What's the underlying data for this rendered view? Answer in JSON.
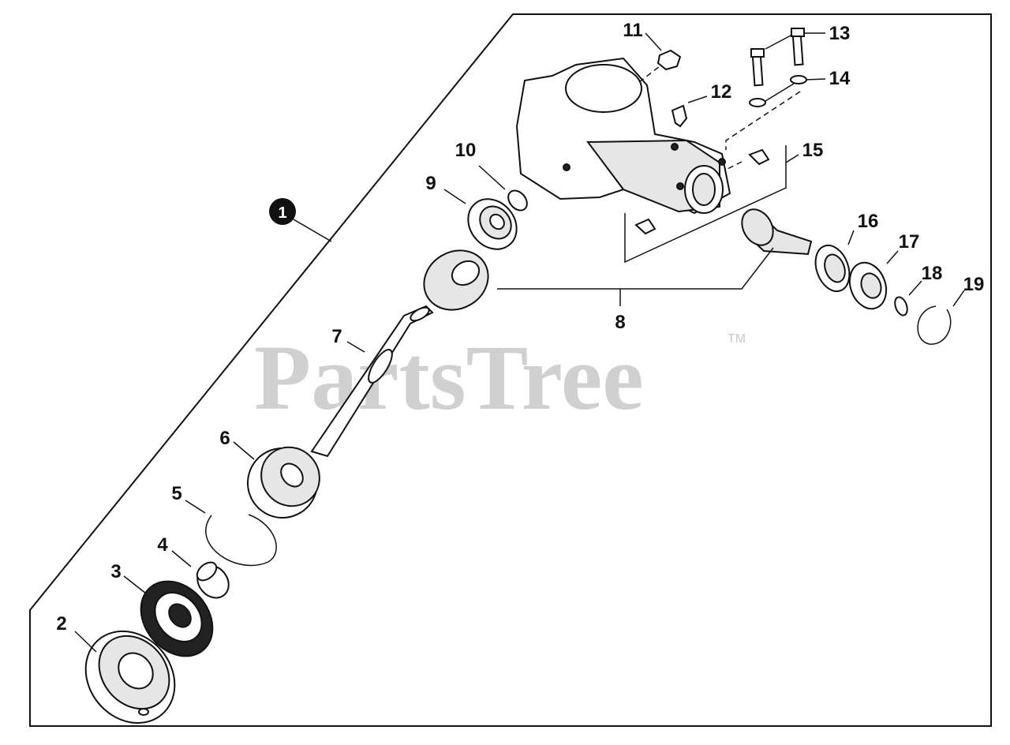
{
  "watermark": {
    "text": "PartsTree",
    "trademark": "TM"
  },
  "assembly_marker": "1",
  "callouts": [
    "2",
    "3",
    "4",
    "5",
    "6",
    "7",
    "8",
    "9",
    "10",
    "11",
    "12",
    "13",
    "14",
    "15",
    "16",
    "17",
    "18",
    "19"
  ]
}
